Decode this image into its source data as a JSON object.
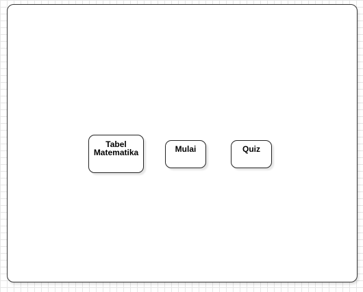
{
  "screen": {
    "buttons": [
      {
        "label": "Tabel\nMatematika"
      },
      {
        "label": "Mulai"
      },
      {
        "label": "Quiz"
      }
    ]
  },
  "colors": {
    "border": "#222222",
    "background": "#ffffff",
    "grid": "#e6e6e6"
  }
}
